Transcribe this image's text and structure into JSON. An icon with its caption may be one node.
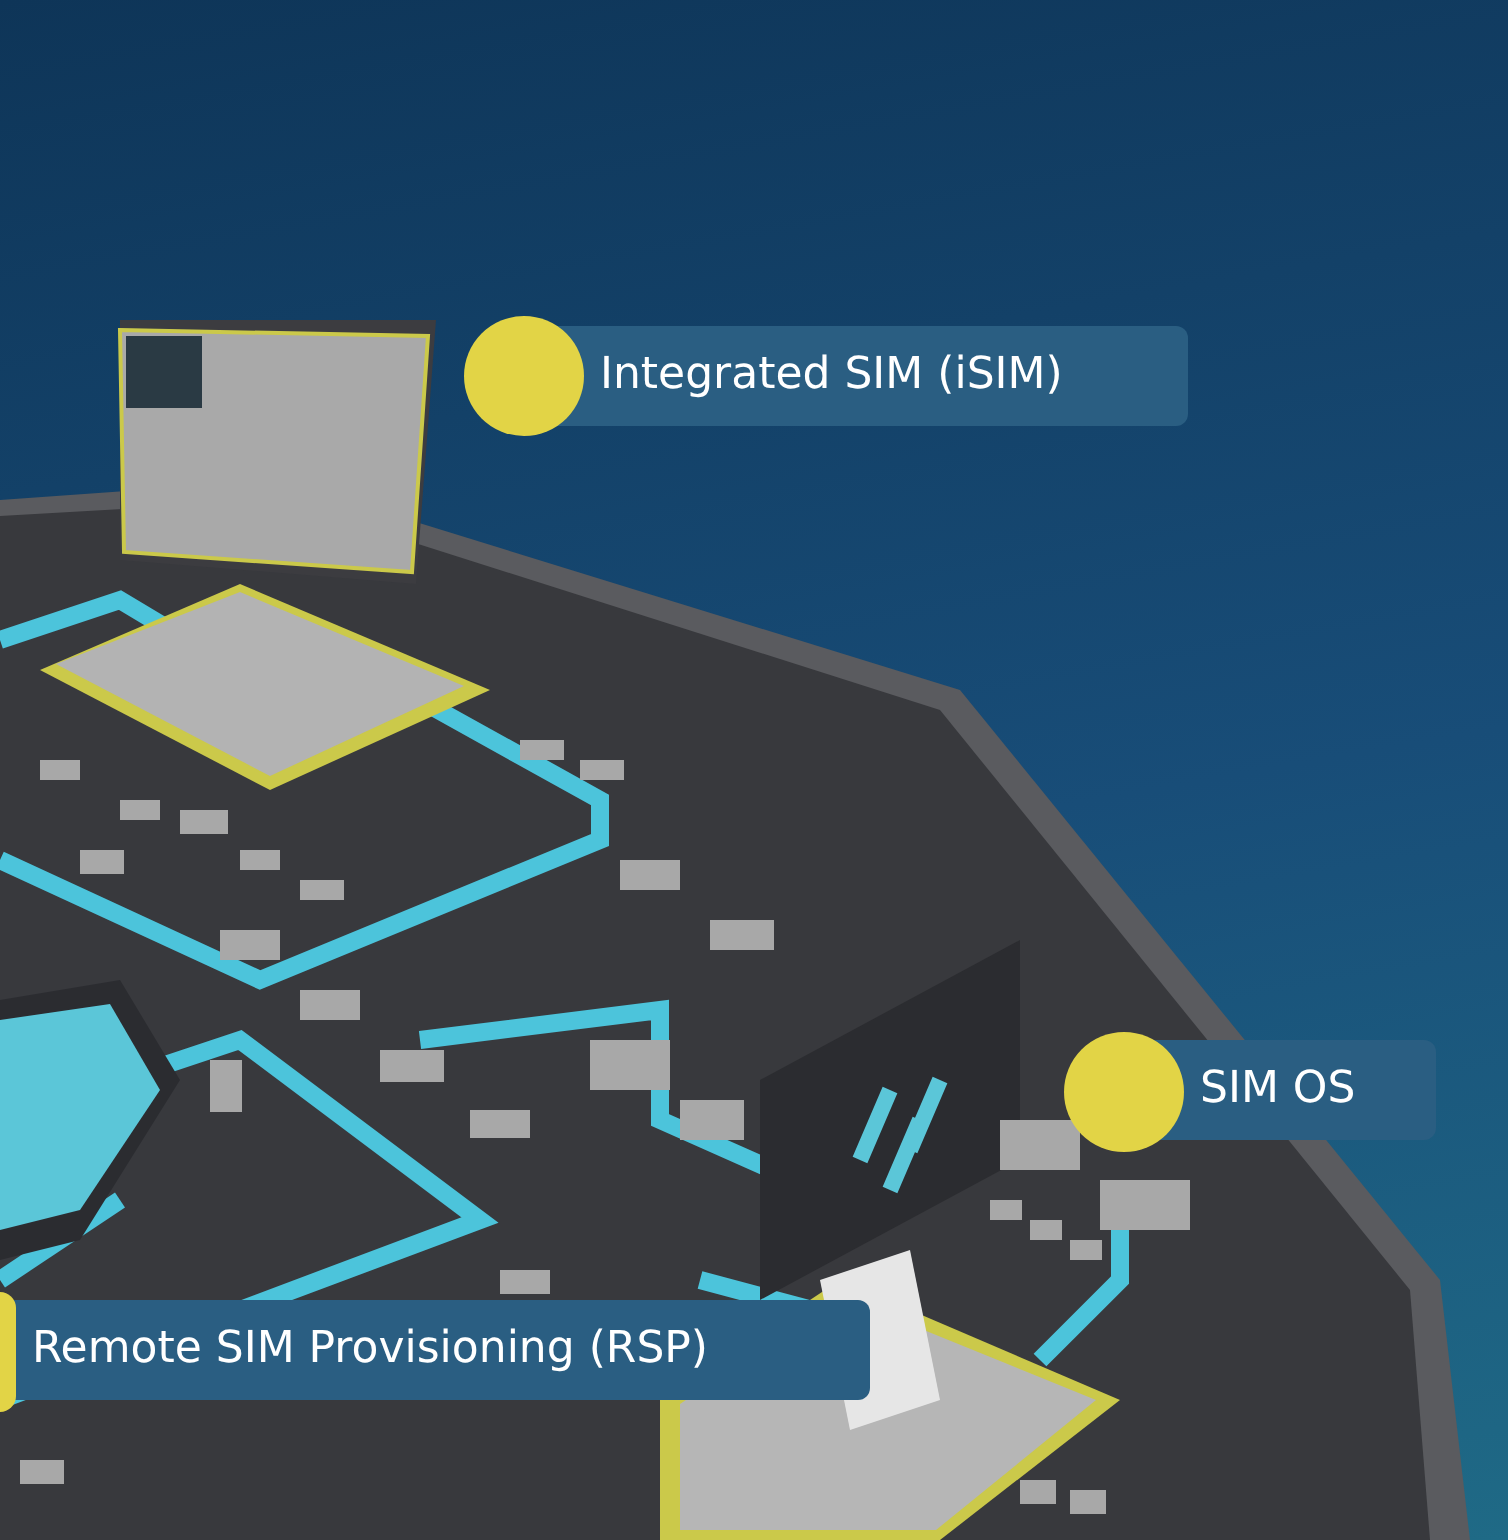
{
  "diagram": {
    "labels": [
      "Integrated SIM (iSIM)",
      "SIM OS",
      "Remote SIM Provisioning (RSP)"
    ]
  }
}
